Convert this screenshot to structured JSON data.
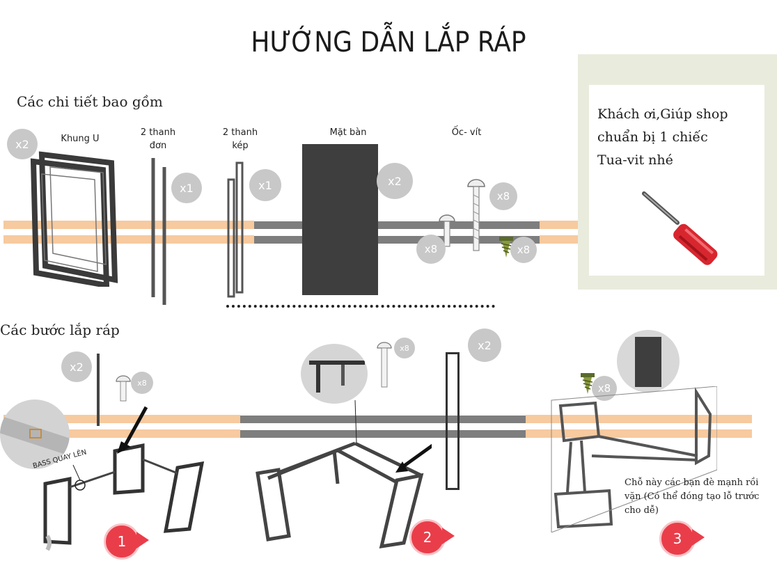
{
  "title": "HƯỚNG DẪN LẮP RÁP",
  "parts_heading": "Các chi tiết bao gồm",
  "steps_heading": "Các bước lắp ráp",
  "parts": [
    {
      "label": "Khung U",
      "qty": "x2"
    },
    {
      "label_line1": "2 thanh",
      "label_line2": "đơn",
      "qty": "x1"
    },
    {
      "label_line1": "2 thanh",
      "label_line2": "kép",
      "qty": "x1"
    },
    {
      "label": "Mặt bàn",
      "qty": "x2"
    },
    {
      "label": "Ốc- vít",
      "qty_screw_small": "x8",
      "qty_screw_long": "x8",
      "qty_screw_wood": "x8"
    }
  ],
  "note": {
    "line1": "Khách ơi,Giúp shop",
    "line2": "chuẩn bị 1 chiếc",
    "line3": "Tua-vit nhé"
  },
  "steps": [
    {
      "number": "1",
      "qty_bar": "x2",
      "qty_screw": "x8",
      "callout": "BASS QUAY LÊN"
    },
    {
      "number": "2",
      "qty_screw": "x8",
      "qty_bar": "x2"
    },
    {
      "number": "3",
      "qty_screw": "x8",
      "note": "Chỗ này các bạn đè mạnh rồi vặn (Có thể đóng tạo lỗ trước cho dễ)"
    }
  ],
  "colors": {
    "band": "#f7c79a",
    "pin": "#ea3d4a",
    "badge": "#c8c8c8",
    "panel": "#3e3e3e"
  }
}
